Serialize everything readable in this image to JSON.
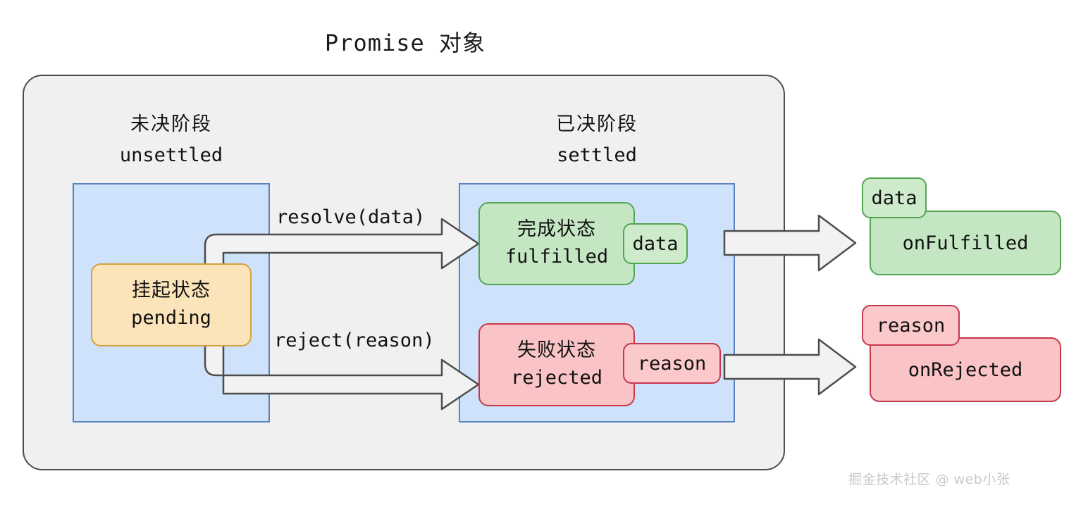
{
  "title": "Promise 对象",
  "phases": [
    {
      "id": "unsettled",
      "cn": "未决阶段",
      "en": "unsettled"
    },
    {
      "id": "settled",
      "cn": "已决阶段",
      "en": "settled"
    }
  ],
  "states": [
    {
      "id": "pending",
      "cn": "挂起状态",
      "en": "pending",
      "fill": "#fce4ba",
      "border": "#d6a03c"
    },
    {
      "id": "fulfilled",
      "cn": "完成状态",
      "en": "fulfilled",
      "fill": "#c5e6c3",
      "border": "#54a551"
    },
    {
      "id": "rejected",
      "cn": "失败状态",
      "en": "rejected",
      "fill": "#fac3c5",
      "border": "#c6384d"
    }
  ],
  "badges": {
    "data_settled": "data",
    "reason_settled": "reason",
    "data_handler": "data",
    "reason_handler": "reason"
  },
  "handlers": [
    {
      "id": "onFulfilled",
      "label": "onFulfilled",
      "fill": "#c5e6c3",
      "border": "#54a551"
    },
    {
      "id": "onRejected",
      "label": "onRejected",
      "fill": "#fac3c5",
      "border": "#c6384d"
    }
  ],
  "transitions": [
    {
      "id": "resolve",
      "label": "resolve(data)",
      "from": "pending",
      "to": "fulfilled"
    },
    {
      "id": "reject",
      "label": "reject(reason)",
      "from": "pending",
      "to": "rejected"
    }
  ],
  "colors": {
    "canvas_background": "#ffffff",
    "outer_container_fill": "#f0f0f0",
    "outer_container_border": "#4d4d4d",
    "phase_box_fill": "#cfe2fb",
    "phase_box_border": "#5b81bf",
    "arrow_fill": "#f2f2f2",
    "arrow_border": "#4d4d4d",
    "watermark": "#c8c8c8"
  },
  "watermark": "掘金技术社区 @ web小张"
}
